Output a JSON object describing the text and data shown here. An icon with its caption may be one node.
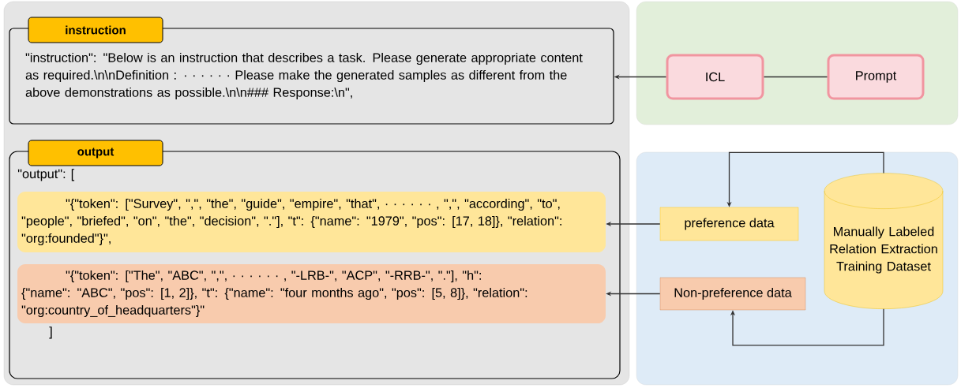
{
  "diagram": {
    "nodes": [
      {
        "text": [],
        "shape": "box"
      },
      {
        "text": [
          "instruction",
          "\"instruction\": \"Below is an instruction that describes a task. Please generate appropriate content as required.\\n\\nDefinition : · · · · · · Please make the generated samples as different from the above demonstrations as possible.\\n\\n### Response:\\n\","
        ],
        "in": 0
      },
      {
        "text": [
          "output",
          "\"output\": [",
          "]"
        ],
        "in": 0
      },
      {
        "text": [
          "\"{\"token\": [\"Survey\", \",\", \"the\", \"guide\", \"empire\", \"that\", · · · · · · , \",\", \"according\", \"to\", \"people\", \"briefed\", \"on\", \"the\", \"decision\", \".\"], \"t\": {\"name\": \"1979\", \"pos\": [17, 18]}, \"relation\": \"org:founded\"}\","
        ],
        "in": 2
      },
      {
        "text": [
          "\"{\"token\": [\"The\", \"ABC\", \",\", · · · · · · , \"-LRB-\", \"ACP\", \"-RRB-\", \".\"], \"h\": {\"name\": \"ABC\", \"pos\": [1, 2]}, \"t\": {\"name\": \"four months ago\", \"pos\": [5, 8]}, \"relation\": \"org:country_of_headquarters\"}\""
        ],
        "in": 2
      },
      {
        "text": [],
        "shape": "box"
      },
      {
        "text": [
          "ICL"
        ],
        "in": 5
      },
      {
        "text": [
          "Prompt"
        ],
        "in": 5
      },
      {
        "text": [],
        "shape": "box"
      },
      {
        "text": [
          "preference data"
        ],
        "in": 8
      },
      {
        "text": [
          "Non-preference data"
        ],
        "in": 8
      },
      {
        "text": [
          "Manually Labeled Relation Extraction Training Dataset"
        ],
        "in": 8
      }
    ],
    "edges": [
      {
        "from": 6,
        "to": 1,
        "arrow": "to"
      },
      {
        "from": 7,
        "to": 6,
        "arrow": "none"
      },
      {
        "from": 9,
        "to": 3,
        "arrow": "to"
      },
      {
        "from": 10,
        "to": 4,
        "arrow": "to"
      },
      {
        "from": 11,
        "to": 9,
        "arrow": "to"
      },
      {
        "from": 11,
        "to": 10,
        "arrow": "to"
      }
    ]
  }
}
